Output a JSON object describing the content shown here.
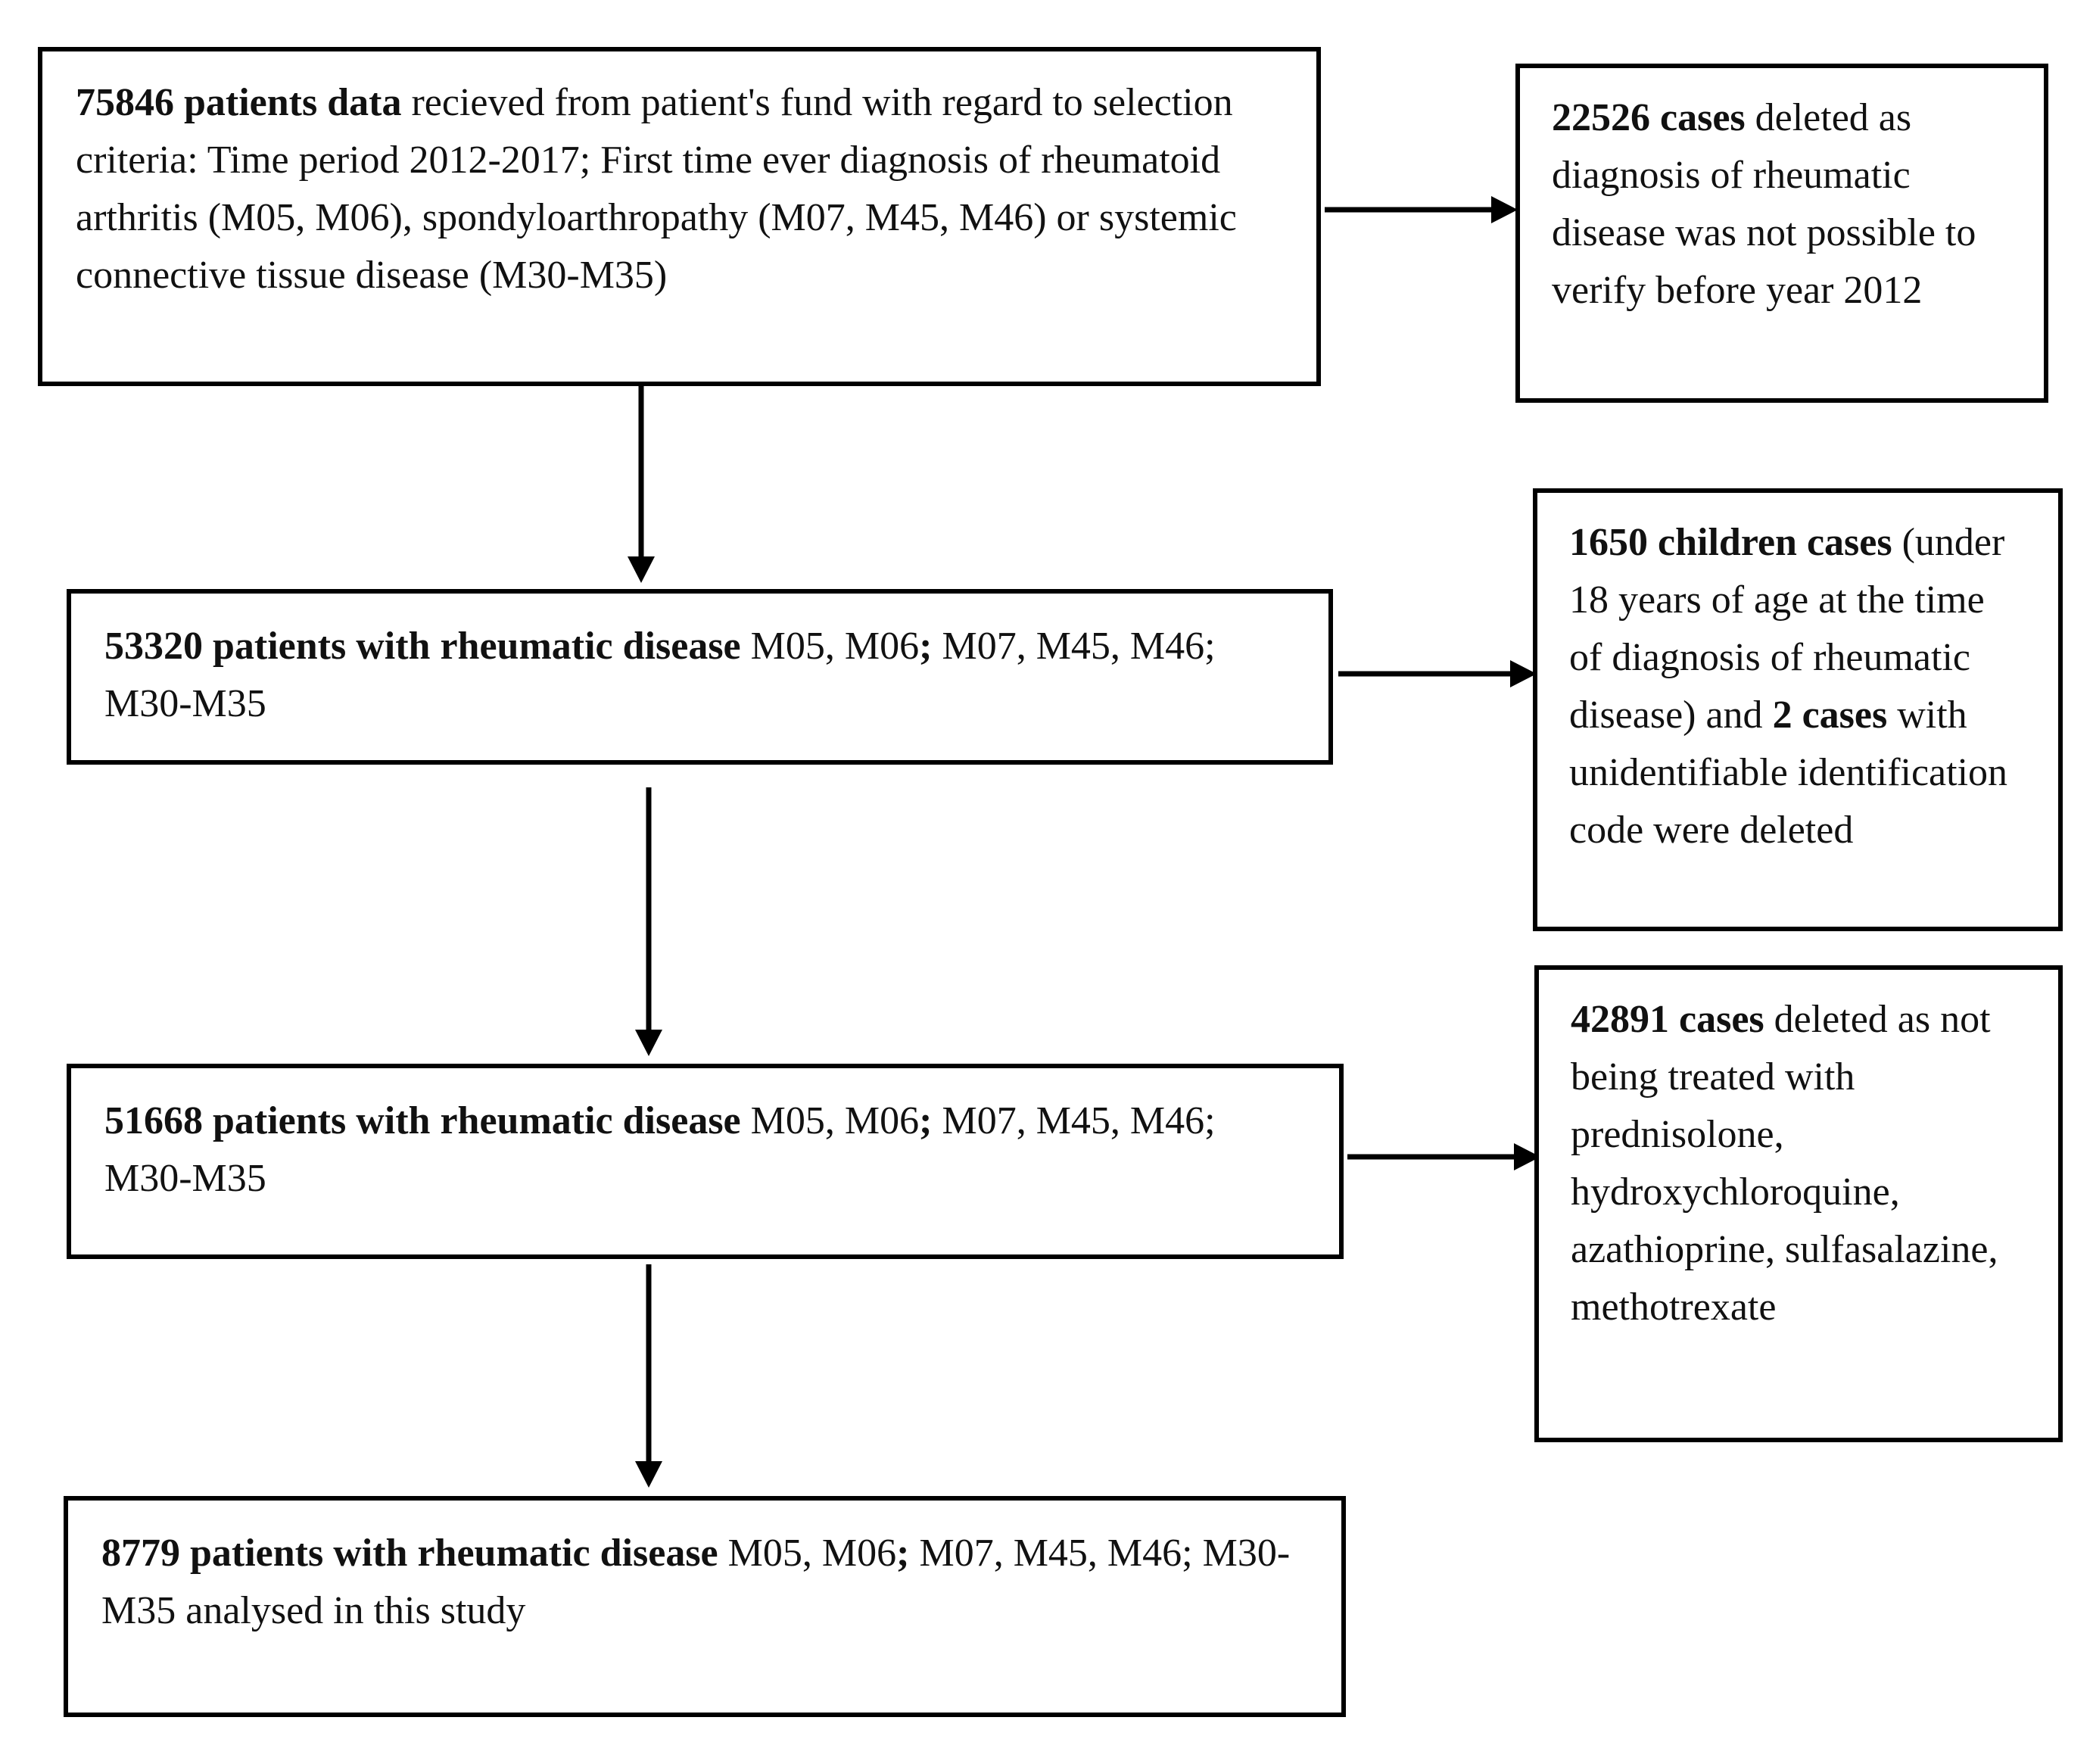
{
  "diagram": {
    "type": "flowchart",
    "boxes": {
      "initial": {
        "bold": "75846 patients data",
        "text": " recieved from patient's fund with regard to selection criteria: Time period 2012-2017; First time ever diagnosis of rheumatoid arthritis (M05, M06), spondyloarthropathy (M07, M45, M46) or systemic connective tissue disease (M30-M35)"
      },
      "step2": {
        "bold": "53320 patients with rheumatic disease",
        "text_a": " M05, M06",
        "sep": ";",
        "text_b": " M07, M45, M46; M30-M35"
      },
      "step3": {
        "bold": "51668 patients with rheumatic disease",
        "text_a": " M05, M06",
        "sep": ";",
        "text_b": " M07, M45, M46; M30-M35"
      },
      "final": {
        "bold": "8779 patients with rheumatic disease",
        "text_a": " M05, M06",
        "sep": ";",
        "text_b": " M07, M45, M46; M30-M35 analysed in this study"
      },
      "excluded1": {
        "bold": "22526 cases",
        "text": " deleted as diagnosis of rheumatic disease was not possible to verify before year 2012"
      },
      "excluded2": {
        "bold": "1650 children cases",
        "text_a": " (under 18 years of age at the time of diagnosis of rheumatic disease) and ",
        "bold_b": "2 cases",
        "text_b": " with unidentifiable identification code were deleted"
      },
      "excluded3": {
        "bold": "42891 cases",
        "text": " deleted as not being treated with prednisolone, hydroxychloroquine, azathioprine, sulfasalazine, methotrexate"
      }
    }
  }
}
